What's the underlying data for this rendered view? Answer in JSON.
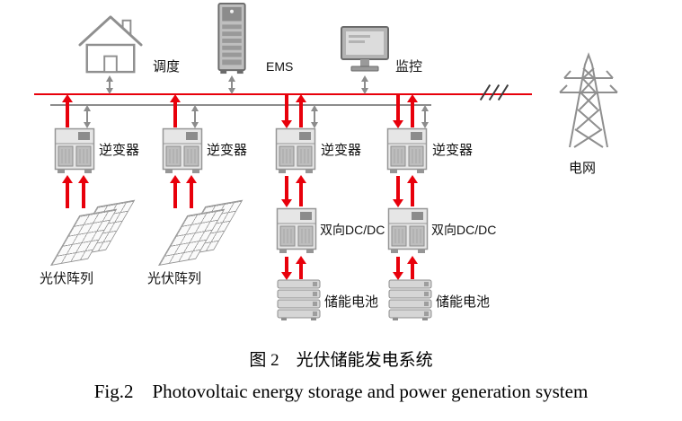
{
  "figure": {
    "caption_zh": "图 2　光伏储能发电系统",
    "caption_en": "Fig.2    Photovoltaic energy storage and power generation system"
  },
  "colors": {
    "power_bus": "#e8000b",
    "comm_bus": "#8c8c8c",
    "text": "#111111"
  },
  "nodes": {
    "dispatch": {
      "label": "调度"
    },
    "ems": {
      "label": "EMS"
    },
    "monitor": {
      "label": "监控"
    },
    "grid": {
      "label": "电网"
    },
    "inverters": [
      {
        "label": "逆变器"
      },
      {
        "label": "逆变器"
      },
      {
        "label": "逆变器"
      },
      {
        "label": "逆变器"
      }
    ],
    "pv_arrays": [
      {
        "label": "光伏阵列"
      },
      {
        "label": "光伏阵列"
      }
    ],
    "dcdc": [
      {
        "label": "双向DC/DC"
      },
      {
        "label": "双向DC/DC"
      }
    ],
    "batteries": [
      {
        "label": "储能电池"
      },
      {
        "label": "储能电池"
      }
    ]
  }
}
